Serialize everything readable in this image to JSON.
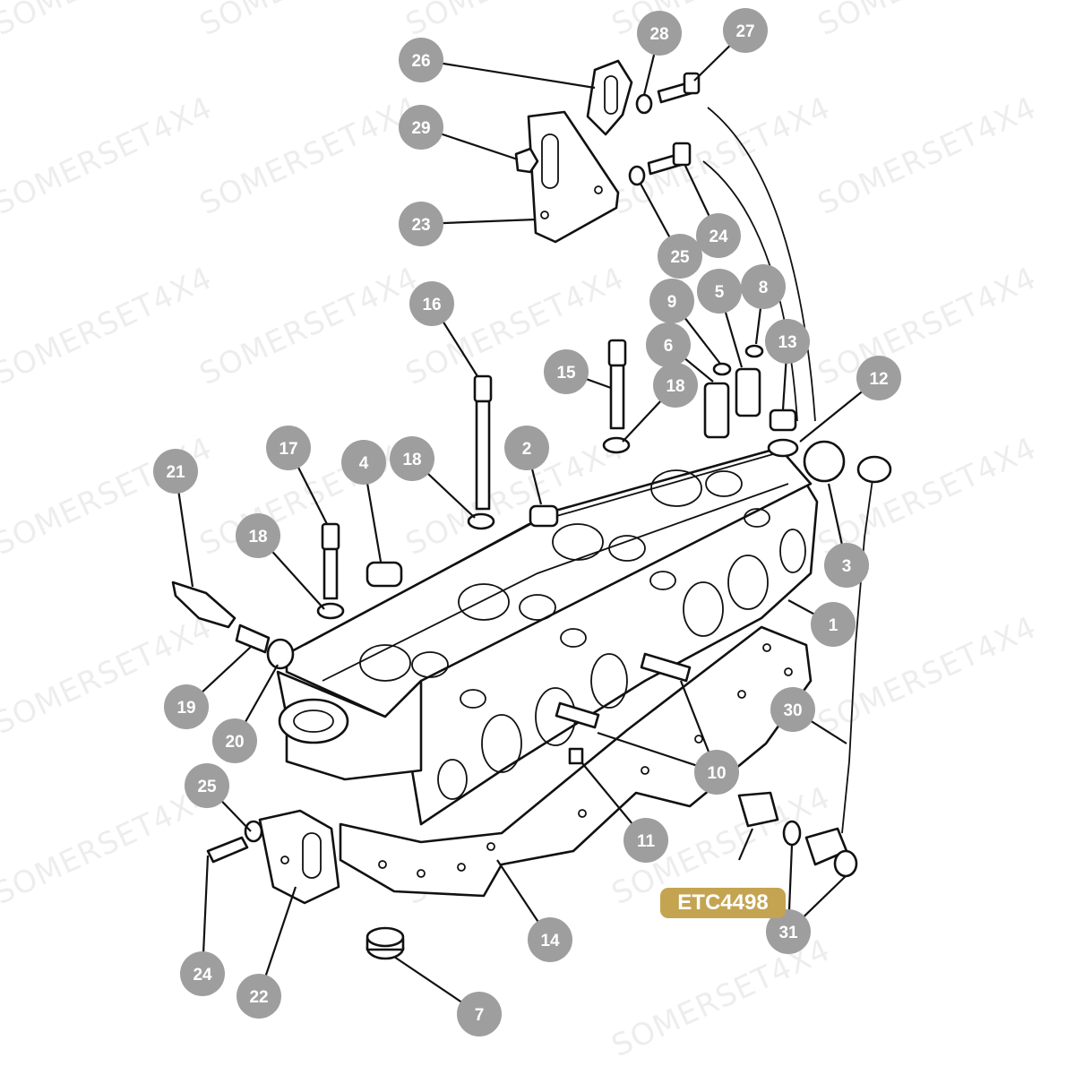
{
  "watermark": "SOMERSET4X4",
  "reference_code": "ETC4498",
  "colors": {
    "callout": "#9e9e9e",
    "badge": "#c4a450",
    "line": "#111111"
  },
  "callouts": [
    {
      "label": "1"
    },
    {
      "label": "2"
    },
    {
      "label": "3"
    },
    {
      "label": "4"
    },
    {
      "label": "5"
    },
    {
      "label": "6"
    },
    {
      "label": "7"
    },
    {
      "label": "8"
    },
    {
      "label": "9"
    },
    {
      "label": "10"
    },
    {
      "label": "11"
    },
    {
      "label": "12"
    },
    {
      "label": "13"
    },
    {
      "label": "14"
    },
    {
      "label": "15"
    },
    {
      "label": "16"
    },
    {
      "label": "17"
    },
    {
      "label": "18"
    },
    {
      "label": "18"
    },
    {
      "label": "18"
    },
    {
      "label": "19"
    },
    {
      "label": "20"
    },
    {
      "label": "21"
    },
    {
      "label": "22"
    },
    {
      "label": "23"
    },
    {
      "label": "24"
    },
    {
      "label": "24"
    },
    {
      "label": "25"
    },
    {
      "label": "25"
    },
    {
      "label": "26"
    },
    {
      "label": "27"
    },
    {
      "label": "28"
    },
    {
      "label": "29"
    },
    {
      "label": "30"
    },
    {
      "label": "31"
    }
  ]
}
